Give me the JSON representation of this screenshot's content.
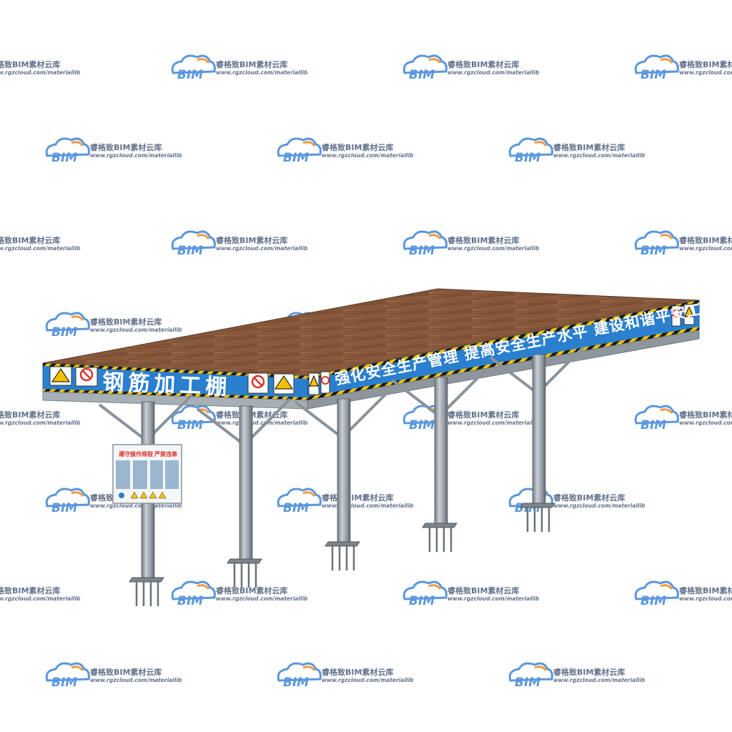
{
  "shed": {
    "title": "钢筋加工棚",
    "slogan": "强化安全生产管理  提高安全生产水平  建设和谐平安工程",
    "board_headings": [
      "遵守操作规程",
      "严禁违章"
    ]
  },
  "watermark": {
    "logo_text": "BIM",
    "name": "睿格致BIM素材云库",
    "url": "www.rgzcloud.com/materiallib"
  },
  "colors": {
    "banner_blue": "#2b7fcf",
    "roof_wood": "#8a5a3c",
    "steel": "#9aa3ab",
    "hazard_yellow": "#f2c200",
    "board_red": "#d9342b"
  }
}
